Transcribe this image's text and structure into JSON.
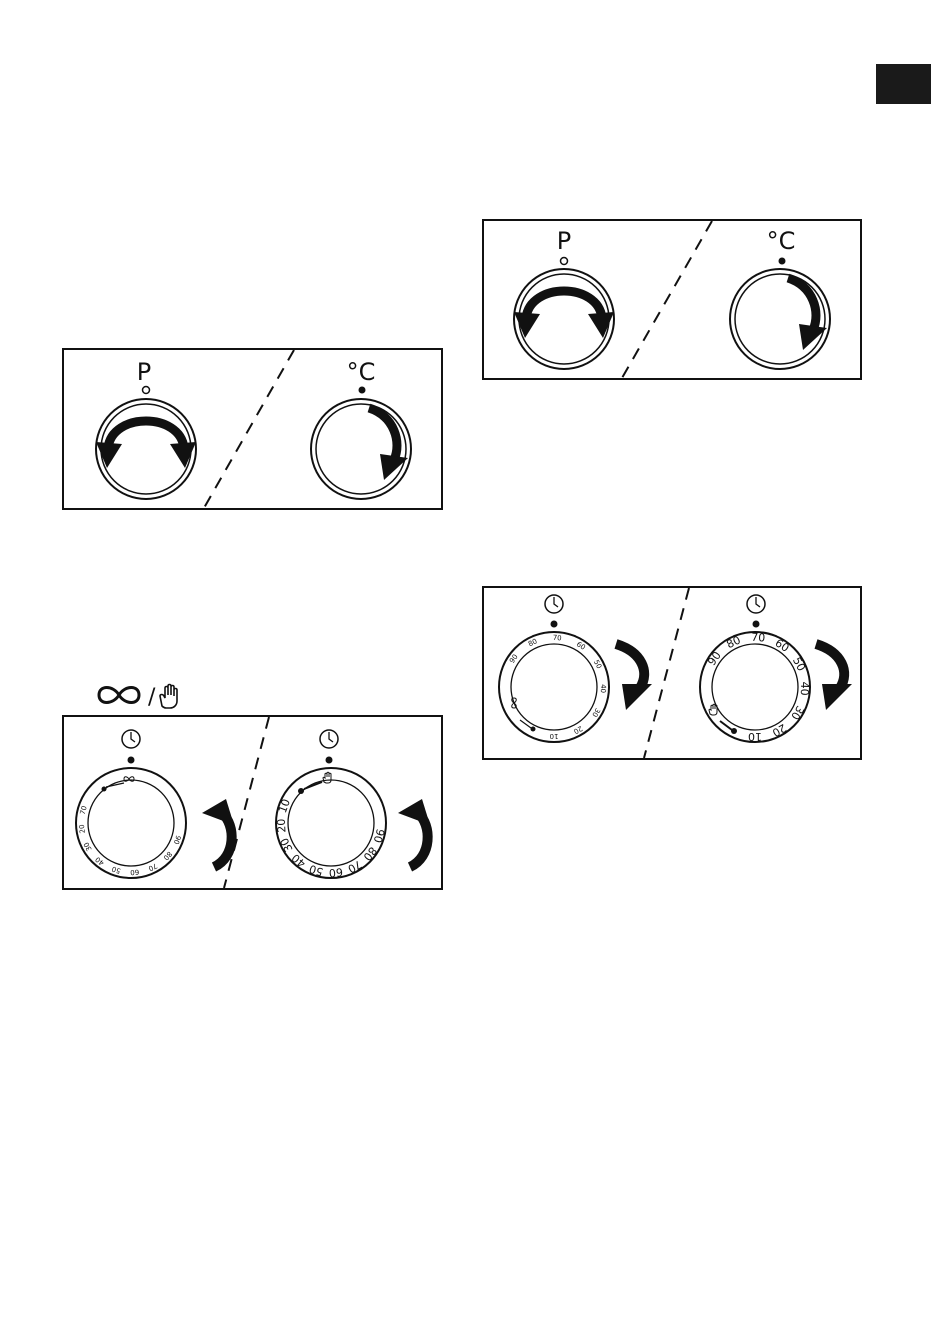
{
  "page": {
    "side_tab_color": "#1a1a1a"
  },
  "panels": {
    "knobs_left": {
      "program_label": "P",
      "temp_label": "°C"
    },
    "knobs_right": {
      "program_label": "P",
      "temp_label": "°C"
    },
    "timer_left": {
      "legend_separator": "/",
      "small_dial_ticks": [
        "70",
        "20",
        "30",
        "40",
        "50",
        "60",
        "70",
        "80",
        "90"
      ],
      "large_dial_ticks": [
        "10",
        "20",
        "30",
        "40",
        "50",
        "60",
        "70",
        "80",
        "90"
      ]
    },
    "timer_right": {
      "small_dial_ticks": [
        "90",
        "80",
        "70",
        "60",
        "50",
        "40",
        "30",
        "20",
        "10"
      ],
      "large_dial_ticks": [
        "90",
        "80",
        "70",
        "60",
        "50",
        "40",
        "30",
        "20",
        "10"
      ]
    }
  },
  "icons": [
    "infinity-icon",
    "hand-icon",
    "clock-icon",
    "arrow-icon"
  ]
}
